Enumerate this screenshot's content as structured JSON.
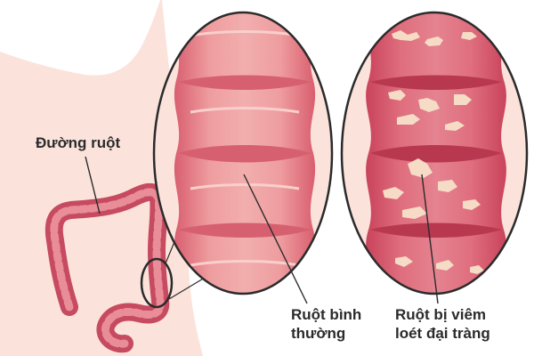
{
  "labels": {
    "colon_path": "Đường ruột",
    "normal_colon_line1": "Ruột bình",
    "normal_colon_line2": "thường",
    "ulcerative_colon_line1": "Ruột bị viêm",
    "ulcerative_colon_line2": "loét đại tràng"
  },
  "colors": {
    "skin": "#fbe3dc",
    "colon_dark": "#c64a60",
    "colon_light": "#e98d98",
    "normal_wall": "#e88f93",
    "inflamed_wall": "#d85a6e",
    "ulcer_patch": "#f6dcc6",
    "circle_outline": "#2b2b2b",
    "text": "#2b2b2b"
  }
}
